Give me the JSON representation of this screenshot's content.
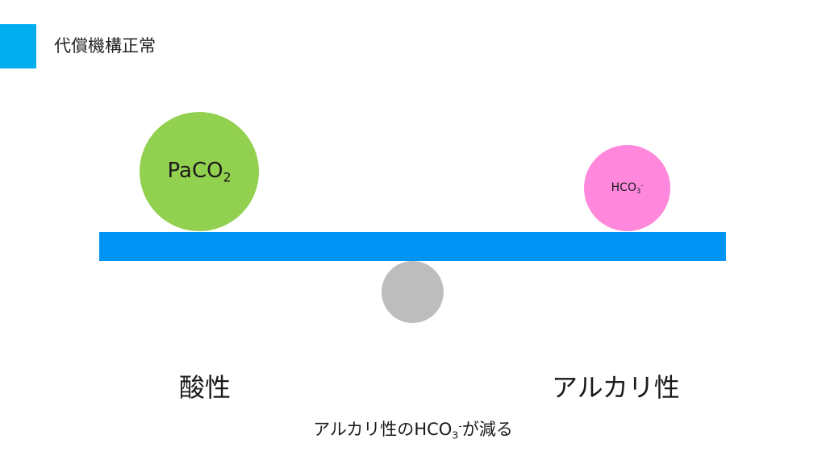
{
  "title": "代償機構正常",
  "balance": {
    "left_weight": {
      "base": "PaCO",
      "sub": "2"
    },
    "right_weight": {
      "base": "HCO",
      "sub": "3",
      "sup": "-"
    },
    "left_side_label": "酸性",
    "right_side_label": "アルカリ性"
  },
  "note": {
    "prefix": "アルカリ性の",
    "chem_base": "HCO",
    "chem_sub": "3",
    "chem_sup": "-",
    "suffix": "が減る"
  },
  "colors": {
    "accent": "#00AEEF",
    "beam": "#0095F5",
    "left_weight": "#92D050",
    "right_weight": "#FF88DD",
    "fulcrum": "#BDBDBD"
  }
}
